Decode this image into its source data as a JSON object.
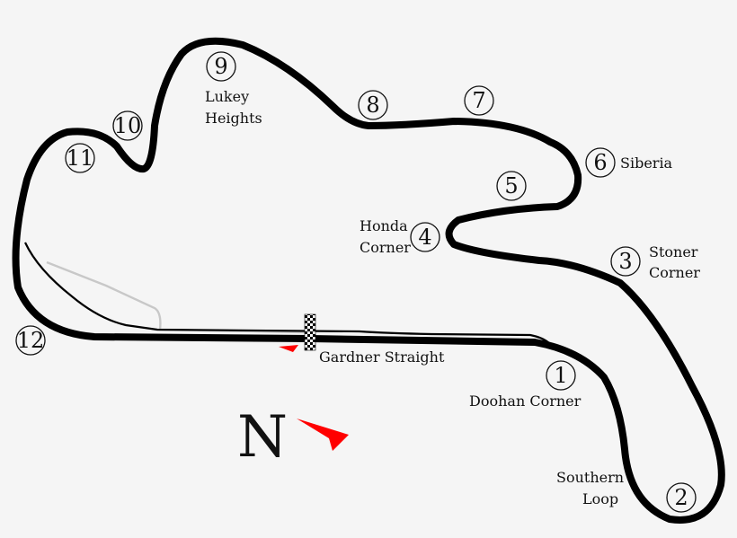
{
  "map": {
    "track_color": "#000000",
    "pit_lane_color": "#c8c8c8",
    "marker_color": "#ff0000",
    "background": "#f5f5f5",
    "compass": {
      "label": "N",
      "icon": "north-arrow-icon"
    },
    "start_finish": {
      "label": "Gardner Straight",
      "icon": "checkered-flag-icon"
    },
    "corners": [
      {
        "number": "1",
        "name_lines": [
          "Doohan Corner"
        ]
      },
      {
        "number": "2",
        "name_lines": [
          "Southern",
          "Loop"
        ]
      },
      {
        "number": "3",
        "name_lines": [
          "Stoner",
          "Corner"
        ]
      },
      {
        "number": "4",
        "name_lines": [
          "Honda",
          "Corner"
        ]
      },
      {
        "number": "5",
        "name_lines": []
      },
      {
        "number": "6",
        "name_lines": [
          "Siberia"
        ]
      },
      {
        "number": "7",
        "name_lines": []
      },
      {
        "number": "8",
        "name_lines": []
      },
      {
        "number": "9",
        "name_lines": [
          "Lukey",
          "Heights"
        ]
      },
      {
        "number": "10",
        "name_lines": []
      },
      {
        "number": "11",
        "name_lines": []
      },
      {
        "number": "12",
        "name_lines": []
      }
    ]
  }
}
